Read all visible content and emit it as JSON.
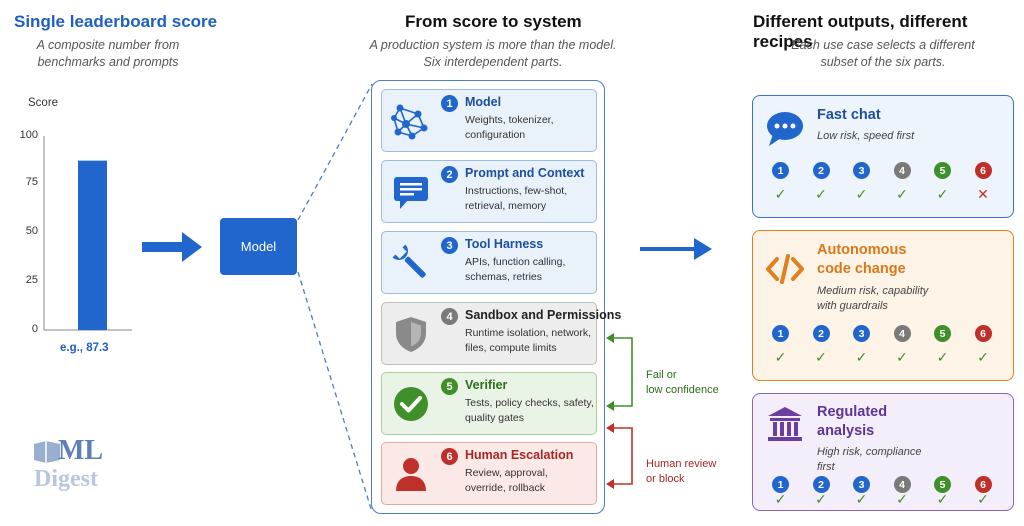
{
  "left": {
    "title": "Single leaderboard score",
    "subtitle_line1": "A composite number from",
    "subtitle_line2": "benchmarks and prompts",
    "axis_label": "Score",
    "ticks": [
      "100",
      "75",
      "50",
      "25",
      "0"
    ],
    "bar_label": "e.g., 87.3"
  },
  "chart_data": {
    "type": "bar",
    "categories": [
      ""
    ],
    "values": [
      87.3
    ],
    "title": "Single leaderboard score",
    "xlabel": "",
    "ylabel": "Score",
    "ylim": [
      0,
      100
    ],
    "ticks": [
      0,
      25,
      50,
      75,
      100
    ],
    "color": "#2066cc"
  },
  "model_box": {
    "label": "Model"
  },
  "middle": {
    "title": "From score to system",
    "subtitle_line1": "A production system is more than the model.",
    "subtitle_line2": "Six interdependent parts."
  },
  "parts": [
    {
      "num": "1",
      "title": "Model",
      "desc": [
        "Weights, tokenizer,",
        "configuration"
      ],
      "icon": "network-icon"
    },
    {
      "num": "2",
      "title": "Prompt and Context",
      "desc": [
        "Instructions, few-shot,",
        "retrieval, memory"
      ],
      "icon": "chat-icon"
    },
    {
      "num": "3",
      "title": "Tool Harness",
      "desc": [
        "APIs, function calling,",
        "schemas, retries"
      ],
      "icon": "wrench-icon"
    },
    {
      "num": "4",
      "title": "Sandbox and Permissions",
      "desc": [
        "Runtime isolation, network,",
        "files, compute limits"
      ],
      "icon": "shield-icon"
    },
    {
      "num": "5",
      "title": "Verifier",
      "desc": [
        "Tests, policy checks, safety,",
        "quality gates"
      ],
      "icon": "check-circle-icon"
    },
    {
      "num": "6",
      "title": "Human Escalation",
      "desc": [
        "Review, approval,",
        "override, rollback"
      ],
      "icon": "person-icon"
    }
  ],
  "loops": {
    "fail_line1": "Fail or",
    "fail_line2": "low confidence",
    "human_line1": "Human review",
    "human_line2": "or block"
  },
  "right": {
    "title": "Different outputs, different recipes",
    "subtitle_line1": "Each use case selects a different",
    "subtitle_line2": "subset of the six parts."
  },
  "recipes": [
    {
      "title_lines": [
        "Fast chat"
      ],
      "desc_lines": [
        "Low risk, speed first"
      ],
      "icon": "speech-bubble-icon",
      "marks": [
        "check",
        "check",
        "check",
        "check",
        "check",
        "cross"
      ]
    },
    {
      "title_lines": [
        "Autonomous",
        "code change"
      ],
      "desc_lines": [
        "Medium risk, capability",
        "with guardrails"
      ],
      "icon": "code-icon",
      "marks": [
        "check",
        "check",
        "check",
        "check",
        "check",
        "check"
      ]
    },
    {
      "title_lines": [
        "Regulated",
        "analysis"
      ],
      "desc_lines": [
        "High risk, compliance",
        "first"
      ],
      "icon": "institution-icon",
      "marks": [
        "check",
        "check",
        "check",
        "check",
        "check",
        "check"
      ]
    }
  ],
  "colors": {
    "blue": "#2066cc",
    "grey": "#7a7a7a",
    "green": "#3f8f2a",
    "red": "#c0302a",
    "orange": "#e0801e",
    "purple": "#6b3fa0"
  },
  "watermark": {
    "line1": "ML",
    "line2": "Digest"
  }
}
